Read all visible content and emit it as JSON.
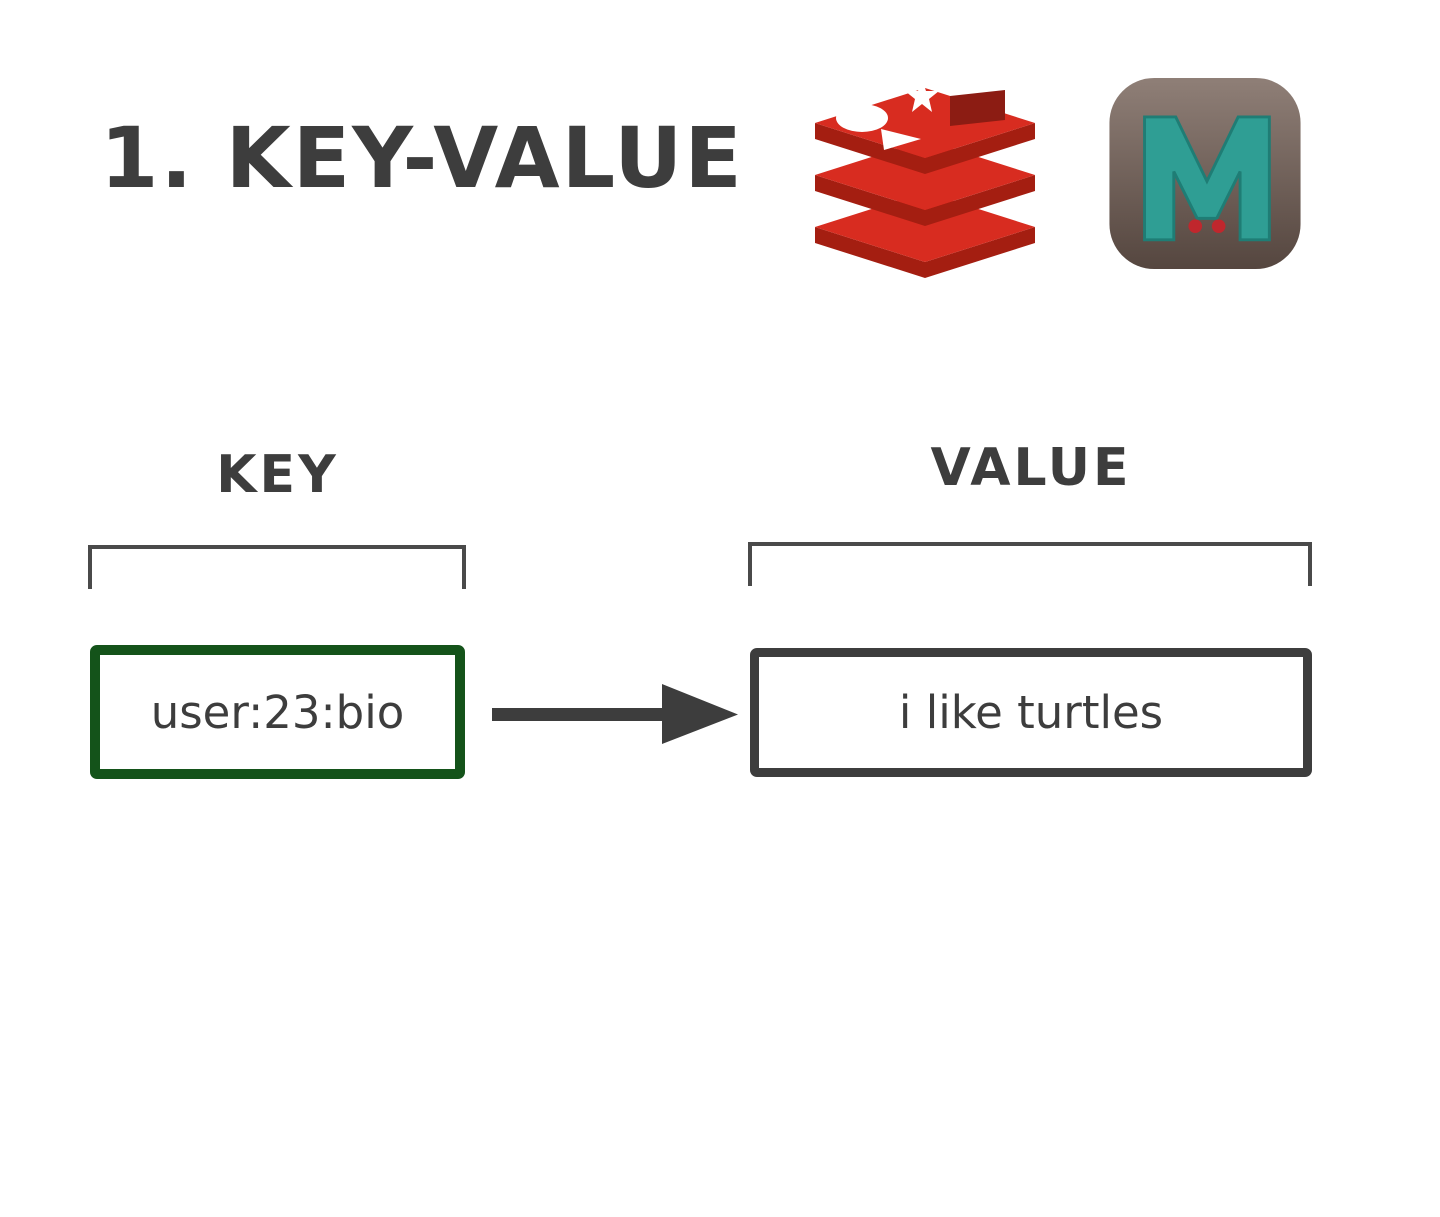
{
  "title": "1. KEY-VALUE",
  "key_section": {
    "label": "KEY",
    "box_text": "user:23:bio"
  },
  "value_section": {
    "label": "VALUE",
    "box_text": "i like turtles"
  },
  "icons": {
    "redis": "redis-logo",
    "memcached": "memcached-logo",
    "arrow": "right-arrow"
  },
  "colors": {
    "heading_text": "#3d3d3d",
    "key_box_border": "#14531a",
    "value_box_border": "#3d3d3d",
    "bracket": "#4a4a4a",
    "arrow": "#3d3d3d",
    "redis_red": "#d82c20",
    "redis_dark_red": "#a41e11",
    "memcached_teal": "#2f9e94",
    "memcached_dot_red": "#c0272d",
    "memcached_bg_top": "#8f7f77",
    "memcached_bg_bottom": "#55463f"
  }
}
